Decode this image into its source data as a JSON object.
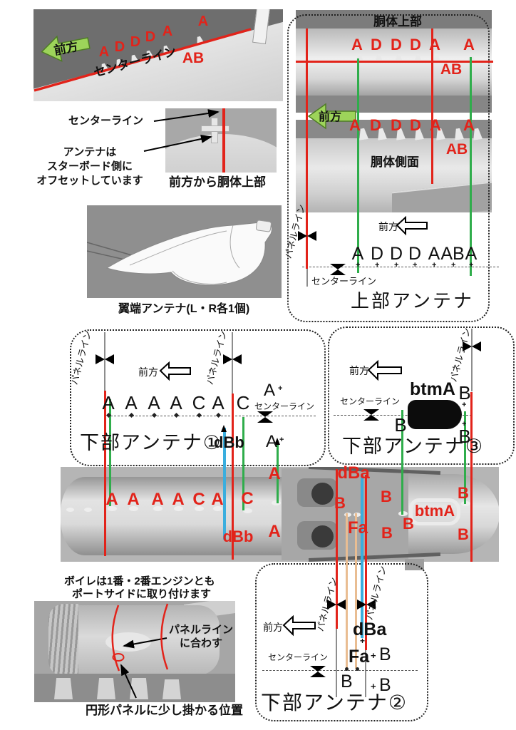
{
  "colors": {
    "red": "#e2231a",
    "green": "#2fad4b",
    "blue": "#3aaede",
    "orange": "#e9bd92",
    "arrow_green": "#9dd45a"
  },
  "top_left": {
    "forward": "前方",
    "letters": [
      "A",
      "D",
      "D",
      "D",
      "A",
      "A"
    ],
    "ab": "AB",
    "centerline": "センターライン"
  },
  "front_view": {
    "centerline": "センターライン",
    "note_lines": [
      "アンテナは",
      "スターボード側に",
      "オフセットしています"
    ],
    "caption": "前方から胴体上部"
  },
  "wingtip": {
    "caption": "翼端アンテナ(L・R各1個)"
  },
  "upper": {
    "photo_top_title": "胴体上部",
    "photo_side_title": "胴体側面",
    "forward": "前方",
    "row1": [
      "A",
      "D",
      "D",
      "D",
      "A",
      "A"
    ],
    "ab1": "AB",
    "row2": [
      "A",
      "D",
      "D",
      "D",
      "A",
      "A"
    ],
    "ab2": "AB",
    "diagram": {
      "panel_line": "パネルライン",
      "forward": "前方",
      "letters": [
        "A",
        "D",
        "D",
        "D",
        "A",
        "AB",
        "A"
      ],
      "centerline": "センターライン",
      "title": "上部アンテナ"
    }
  },
  "lower1": {
    "title": "下部アンテナ①",
    "panel_line": "パネルライン",
    "forward": "前方",
    "letters": [
      "A",
      "A",
      "A",
      "A",
      "C",
      "A"
    ],
    "c": "C",
    "a_top": "A",
    "a_bottom": "A",
    "dbb": "dBb",
    "centerline": "センターライン"
  },
  "lower3": {
    "title": "下部アンテナ③",
    "panel_line": "パネルライン",
    "forward": "前方",
    "btma": "btmA",
    "b_top": "B",
    "b_left": "B",
    "b_right": "B",
    "centerline": "センターライン"
  },
  "photo": {
    "letters": [
      "A",
      "A",
      "A",
      "A",
      "C",
      "A"
    ],
    "c": "C",
    "a_top": "A",
    "a_mid": "A",
    "dbb": "dBb",
    "dba": "dBa",
    "fa": "Fa",
    "btma": "btmA",
    "b": [
      "B",
      "B",
      "B",
      "B",
      "B",
      "B"
    ]
  },
  "engine": {
    "note1": "ボイレは1番・2番エンジンとも",
    "note2": "ポートサイドに取り付けます",
    "panel_note1": "パネルライン",
    "panel_note2": "に合わす",
    "caption": "円形パネルに少し掛かる位置"
  },
  "lower2": {
    "title": "下部アンテナ②",
    "panel_line": "パネルライン",
    "forward": "前方",
    "dba": "dBa",
    "fa": "Fa",
    "b_top": "B",
    "b_left": "B",
    "b_right": "B",
    "centerline": "センターライン"
  }
}
